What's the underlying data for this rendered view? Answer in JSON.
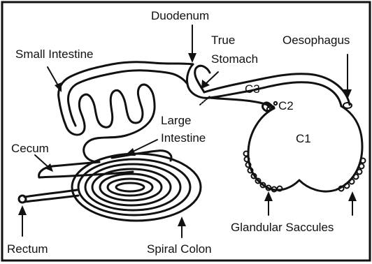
{
  "labels": {
    "duodenum": "Duodenum",
    "small_intestine": "Small Intestine",
    "true_stomach_line1": "True",
    "true_stomach_line2": "Stomach",
    "oesophagus": "Oesophagus",
    "c3": "C3",
    "c2": "C2",
    "c1": "C1",
    "large_intestine_line1": "Large",
    "large_intestine_line2": "Intestine",
    "cecum": "Cecum",
    "glandular_saccules": "Glandular Saccules",
    "rectum": "Rectum",
    "spiral_colon": "Spiral Colon"
  }
}
